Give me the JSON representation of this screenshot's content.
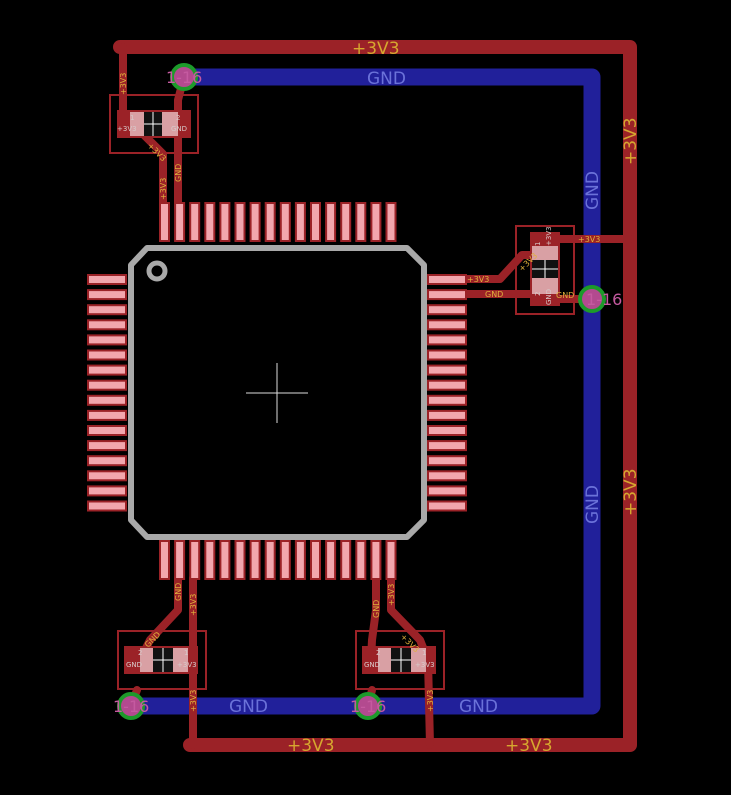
{
  "colors": {
    "background": "#000000",
    "top_layer": "#9b2227",
    "bottom_layer": "#21209a",
    "net_label_power": "#d6a72f",
    "net_label_ground": "#6b72d9",
    "small_label": "#e0b13b",
    "pad_label": "#d8c9c9",
    "chip_outline": "#a9a9a9",
    "chip_pin": "#f2a6ad",
    "via_ring": "#1c9a2a",
    "via_center": "#b34a8f",
    "via_text": "#c55aa0"
  },
  "nets": {
    "power": "+3V3",
    "ground": "GND"
  },
  "via_label": "1-16",
  "pad_labels": {
    "power": "+3V3",
    "ground": "GND"
  },
  "part_numbers": {
    "one": "1",
    "two": "2"
  }
}
